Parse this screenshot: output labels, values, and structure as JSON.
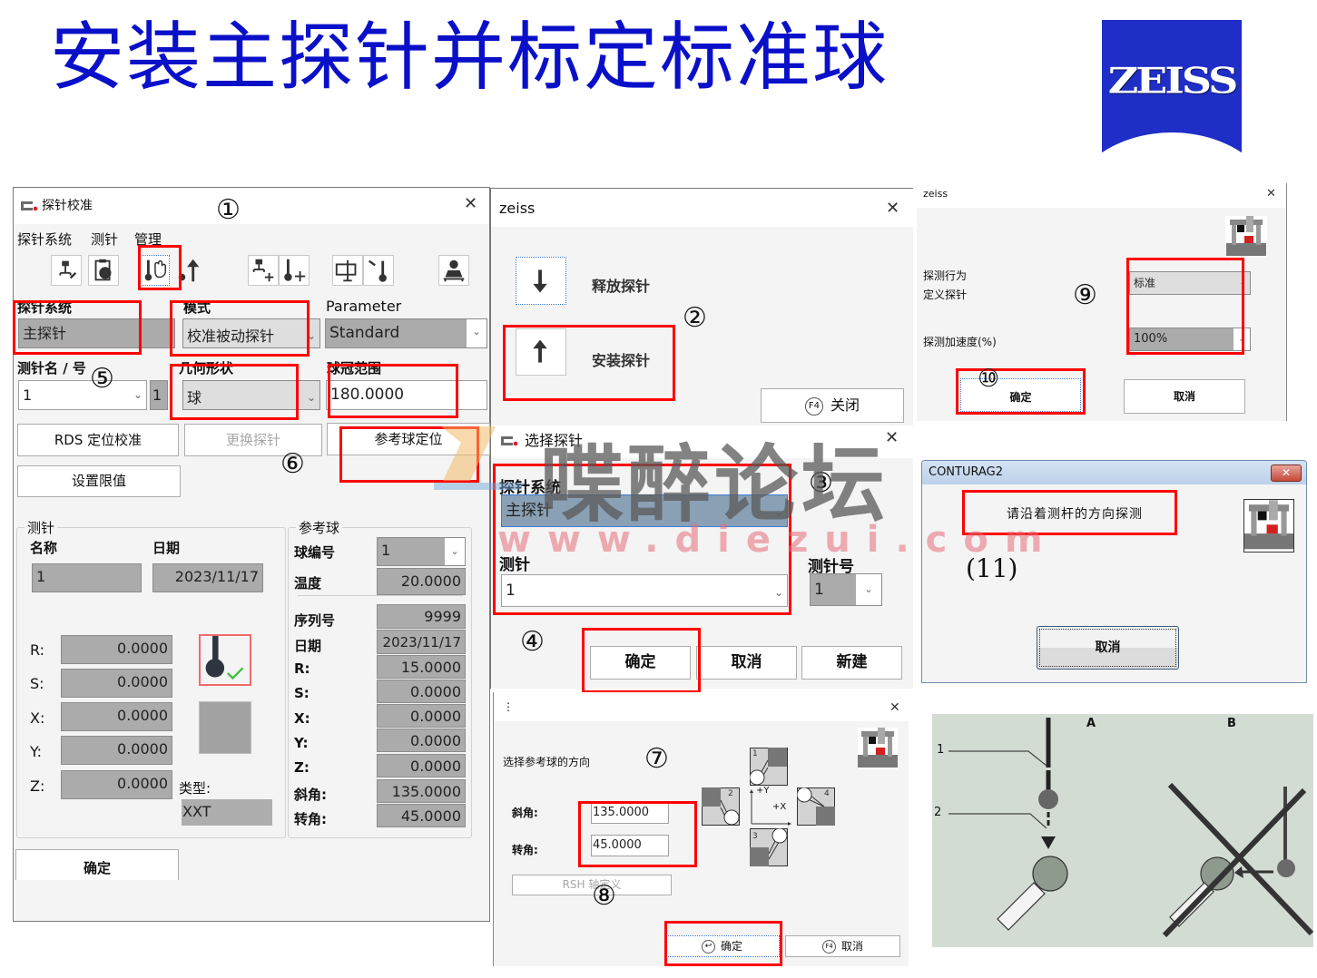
{
  "slide": {
    "title": "安装主探针并标定标准球",
    "logo_text": "ZEISS",
    "colors": {
      "title": "#0a10c8",
      "logo_bg": "#1f2ec7",
      "highlight": "#ff0000"
    }
  },
  "step_markers": {
    "s1": "①",
    "s2": "②",
    "s3": "③",
    "s4": "④",
    "s5": "⑤",
    "s6": "⑥",
    "s7": "⑦",
    "s8": "⑧",
    "s9": "⑨",
    "s10": "⑩",
    "s11": "(11)"
  },
  "probe_calibration": {
    "window_title": "探针校准",
    "menu": [
      "探针系统",
      "测针",
      "管理"
    ],
    "toolbar_icons": [
      "probe-system-edit-icon",
      "probe-clipboard-icon",
      "stylus-manual-probe-icon",
      "stylus-install-icon",
      "probe-system-add-icon",
      "stylus-add-icon",
      "rotate-probe-icon",
      "stylus-change-icon",
      "reference-sphere-icon"
    ],
    "probe_system": {
      "label": "探针系统",
      "value": "主探针"
    },
    "mode": {
      "label": "模式",
      "value": "校准被动探针"
    },
    "parameter": {
      "label": "Parameter",
      "value": "Standard"
    },
    "stylus_name_no": {
      "label": "测针名 / 号",
      "name_value": "1",
      "number_value": "1"
    },
    "geometry": {
      "label": "几何形状",
      "value": "球"
    },
    "sphere_range": {
      "label": "球冠范围",
      "value": "180.0000"
    },
    "buttons": {
      "rds": "RDS 定位校准",
      "change_probe": "更换探针",
      "ref_sphere_pos": "参考球定位",
      "set_limits": "设置限值",
      "ok": "确定"
    },
    "stylus_group": {
      "title": "测针",
      "name_label": "名称",
      "name_value": "1",
      "date_label": "日期",
      "date_value": "2023/11/17",
      "rows": [
        {
          "label": "R:",
          "value": "0.0000"
        },
        {
          "label": "S:",
          "value": "0.0000"
        },
        {
          "label": "X:",
          "value": "0.0000"
        },
        {
          "label": "Y:",
          "value": "0.0000"
        },
        {
          "label": "Z:",
          "value": "0.0000"
        }
      ],
      "type_label": "类型:",
      "type_value": "XXT"
    },
    "ref_sphere_group": {
      "title": "参考球",
      "number_label": "球编号",
      "number_value": "1",
      "temp_label": "温度",
      "temp_value": "20.0000",
      "rows": [
        {
          "label": "序列号",
          "value": "9999"
        },
        {
          "label": "日期",
          "value": "2023/11/17"
        },
        {
          "label": "R:",
          "value": "15.0000"
        },
        {
          "label": "S:",
          "value": "0.0000"
        },
        {
          "label": "X:",
          "value": "0.0000"
        },
        {
          "label": "Y:",
          "value": "0.0000"
        },
        {
          "label": "Z:",
          "value": "0.0000"
        },
        {
          "label": "斜角:",
          "value": "135.0000"
        },
        {
          "label": "转角:",
          "value": "45.0000"
        }
      ]
    }
  },
  "zeiss_probe_dialog": {
    "title": "zeiss",
    "release": "释放探针",
    "install": "安装探针",
    "close_key": "F4",
    "close": "关闭"
  },
  "select_probe": {
    "title": "选择探针",
    "system_label": "探针系统",
    "system_value": "主探针",
    "stylus_label": "测针",
    "stylus_value": "1",
    "stylus_no_label": "测针号",
    "stylus_no_value": "1",
    "ok": "确定",
    "cancel": "取消",
    "new": "新建"
  },
  "sphere_direction": {
    "prompt": "选择参考球的方向",
    "tilt_label": "斜角:",
    "tilt_value": "135.0000",
    "rot_label": "转角:",
    "rot_value": "45.0000",
    "rsh_button": "RSH 轴定义",
    "ok": "确定",
    "cancel_key": "F4",
    "cancel": "取消",
    "quadrants": [
      "1",
      "2",
      "3",
      "4"
    ],
    "axis_y": "+Y",
    "axis_x": "+X"
  },
  "probing_settings": {
    "title": "zeiss",
    "behavior_label_1": "探测行为",
    "behavior_label_2": "定义探针",
    "behavior_value": "标准",
    "accel_label": "探测加速度(%)",
    "accel_value": "100%",
    "ok": "确定",
    "cancel": "取消"
  },
  "contura_prompt": {
    "title": "CONTURAG2",
    "message": "请沿着测杆的方向探测",
    "cancel": "取消"
  },
  "diagram_photo": {
    "label_a": "A",
    "label_b": "B",
    "callout_1": "1",
    "callout_2": "2"
  },
  "watermark": {
    "cn": "喋醉论坛",
    "url": "www.diezui.com"
  }
}
